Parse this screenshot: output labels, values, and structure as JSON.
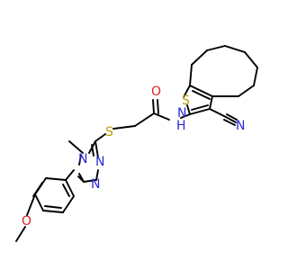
{
  "molecule": {
    "atoms": {
      "s_thiophene": "S",
      "nh": "H",
      "nh_n": "N",
      "o_carbonyl": "O",
      "s_thioether": "S",
      "n_nitrile": "N",
      "n4": "N",
      "n2": "N",
      "n1": "N",
      "o_methoxy": "O"
    },
    "colors": {
      "carbon_bond": "#000000",
      "sulfur": "#b8a000",
      "nitrogen": "#2a2ad8",
      "oxygen": "#e02020"
    }
  }
}
